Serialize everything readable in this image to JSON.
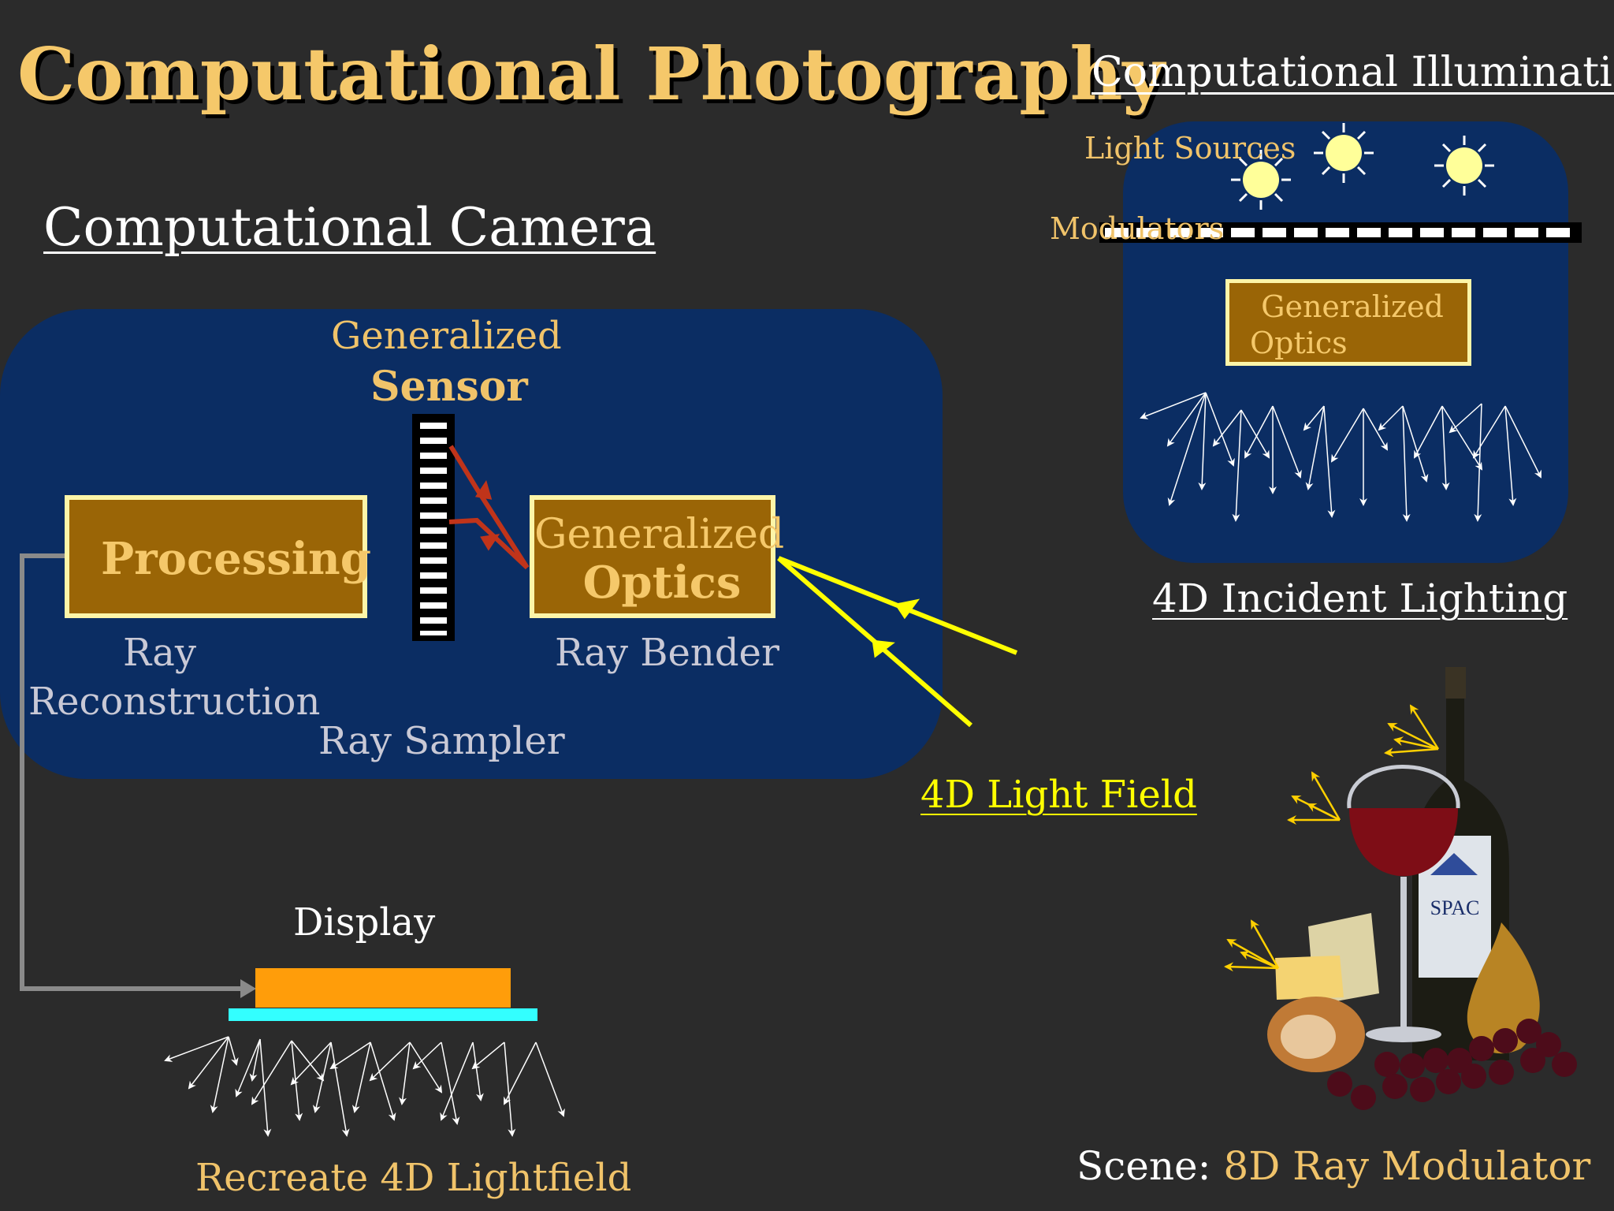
{
  "title": "Computational Photography",
  "camera": {
    "heading": "Computational Camera",
    "sensor_line1": "Generalized",
    "sensor_line2": "Sensor",
    "processing": "Processing",
    "optics_line1": "Generalized",
    "optics_line2": "Optics",
    "ray_reconstruction_line1": "Ray",
    "ray_reconstruction_line2": "Reconstruction",
    "ray_bender": "Ray Bender",
    "ray_sampler": "Ray Sampler"
  },
  "light_field_label": "4D Light Field",
  "display": {
    "label": "Display",
    "caption": "Recreate 4D Lightfield"
  },
  "illumination": {
    "heading": "Computational Illumination",
    "light_sources": "Light Sources",
    "modulators": "Modulators",
    "optics_line1": "Generalized",
    "optics_line2": "Optics",
    "caption": "4D Incident Lighting"
  },
  "scene": {
    "prefix": "Scene: ",
    "label": "8D Ray Modulator",
    "bottle_label": "SPAC"
  },
  "colors": {
    "background": "#2b2b2b",
    "panel": "#0b2d63",
    "box_fill": "#9a6506",
    "box_border": "#fdf5a8",
    "gold_text": "#f0c36a",
    "light_field": "#ffff00",
    "display_orange": "#ff9d0a",
    "display_cyan": "#33ffff"
  }
}
